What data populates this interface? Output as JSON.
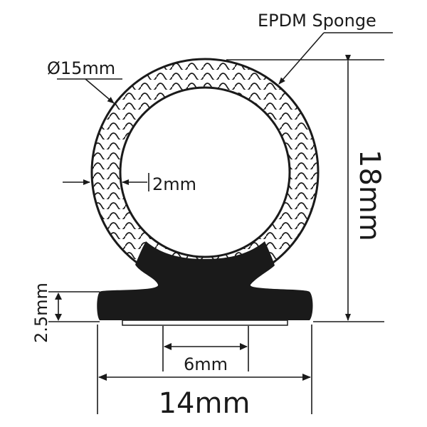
{
  "diagram": {
    "material_label": "EPDM Sponge",
    "diameter_label": "Ø15mm",
    "wall_label": "2mm",
    "height_label": "18mm",
    "base_height_label": "2.5mm",
    "tape_width_label": "6mm",
    "total_width_label": "14mm"
  },
  "colors": {
    "ink": "#1a1a1a",
    "background": "#ffffff"
  }
}
